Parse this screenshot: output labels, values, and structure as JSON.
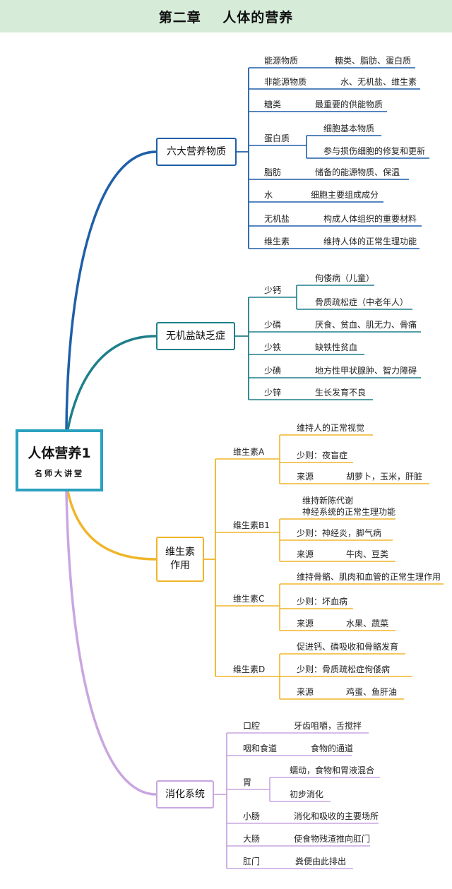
{
  "header": {
    "title": "第二章    人体的营养"
  },
  "root": {
    "title": "人体营养1",
    "subtitle": "名师大讲堂"
  },
  "colors": {
    "root_border": "#2aa1bf",
    "nutrients": "#1f5fa8",
    "minerals": "#1e7f8a",
    "vitamins": "#f0b52a",
    "digestion": "#c9a6e0",
    "header_bg": "#d6ecd9"
  },
  "branches": [
    {
      "label": "六大营养物质",
      "items": [
        {
          "name": "能源物质",
          "details": [
            "糖类、脂肪、蛋白质"
          ]
        },
        {
          "name": "非能源物质",
          "details": [
            "水、无机盐、维生素"
          ]
        },
        {
          "name": "糖类",
          "details": [
            "最重要的供能物质"
          ]
        },
        {
          "name": "蛋白质",
          "details": [
            "细胞基本物质",
            "参与损伤细胞的修复和更新"
          ]
        },
        {
          "name": "脂肪",
          "details": [
            "储备的能源物质、保温"
          ]
        },
        {
          "name": "水",
          "details": [
            "细胞主要组成成分"
          ]
        },
        {
          "name": "无机盐",
          "details": [
            "构成人体组织的重要材料"
          ]
        },
        {
          "name": "维生素",
          "details": [
            "维持人体的正常生理功能"
          ]
        }
      ]
    },
    {
      "label": "无机盐缺乏症",
      "items": [
        {
          "name": "少钙",
          "details": [
            "佝偻病（儿童）",
            "骨质疏松症（中老年人）"
          ]
        },
        {
          "name": "少磷",
          "details": [
            "厌食、贫血、肌无力、骨痛"
          ]
        },
        {
          "name": "少铁",
          "details": [
            "缺铁性贫血"
          ]
        },
        {
          "name": "少碘",
          "details": [
            "地方性甲状腺肿、智力障碍"
          ]
        },
        {
          "name": "少锌",
          "details": [
            "生长发育不良"
          ]
        }
      ]
    },
    {
      "label_lines": [
        "维生素",
        "作用"
      ],
      "items": [
        {
          "name": "维生素A",
          "function": "维持人的正常视觉",
          "deficiency": "少则：夜盲症",
          "source_label": "来源",
          "source": "胡萝卜，玉米，肝脏"
        },
        {
          "name": "维生素B1",
          "function_lines": [
            "维持新陈代谢",
            "神经系统的正常生理功能"
          ],
          "deficiency": "少则：神经炎，脚气病",
          "source_label": "来源",
          "source": "牛肉、豆类"
        },
        {
          "name": "维生素C",
          "function": "维持骨骼、肌肉和血管的正常生理作用",
          "deficiency": "少则：坏血病",
          "source_label": "来源",
          "source": "水果、蔬菜"
        },
        {
          "name": "维生素D",
          "function": "促进钙、磷吸收和骨骼发育",
          "deficiency": "少则：骨质疏松症佝偻病",
          "source_label": "来源",
          "source": "鸡蛋、鱼肝油"
        }
      ]
    },
    {
      "label": "消化系统",
      "items": [
        {
          "name": "口腔",
          "details": [
            "牙齿咀嚼，舌搅拌"
          ]
        },
        {
          "name": "咽和食道",
          "details": [
            "食物的通道"
          ]
        },
        {
          "name": "胃",
          "details": [
            "蠕动，食物和胃液混合",
            "初步消化"
          ]
        },
        {
          "name": "小肠",
          "details": [
            "消化和吸收的主要场所"
          ]
        },
        {
          "name": "大肠",
          "details": [
            "使食物残渣推向肛门"
          ]
        },
        {
          "name": "肛门",
          "details": [
            "粪便由此排出"
          ]
        }
      ]
    }
  ]
}
